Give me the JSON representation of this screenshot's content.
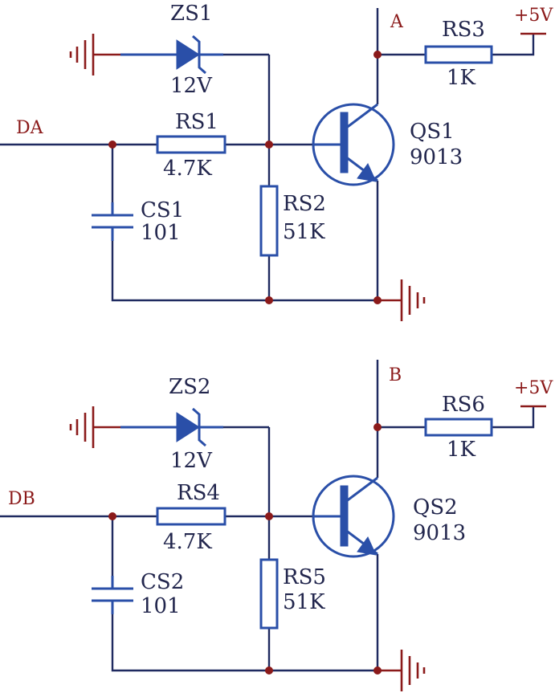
{
  "circuits": [
    {
      "input_label": "DA",
      "output_label": "A",
      "supply_label": "+5V",
      "zener": {
        "ref": "ZS1",
        "value": "12V"
      },
      "r_in": {
        "ref": "RS1",
        "value": "4.7K"
      },
      "cap": {
        "ref": "CS1",
        "value": "101"
      },
      "r_bias": {
        "ref": "RS2",
        "value": "51K"
      },
      "transistor": {
        "ref": "QS1",
        "value": "9013"
      },
      "r_pullup": {
        "ref": "RS3",
        "value": "1K"
      }
    },
    {
      "input_label": "DB",
      "output_label": "B",
      "supply_label": "+5V",
      "zener": {
        "ref": "ZS2",
        "value": "12V"
      },
      "r_in": {
        "ref": "RS4",
        "value": "4.7K"
      },
      "cap": {
        "ref": "CS2",
        "value": "101"
      },
      "r_bias": {
        "ref": "RS5",
        "value": "51K"
      },
      "transistor": {
        "ref": "QS2",
        "value": "9013"
      },
      "r_pullup": {
        "ref": "RS6",
        "value": "1K"
      }
    }
  ],
  "colors": {
    "wire": "#1f2a60",
    "component": "#2a4fa8",
    "net": "#8b1a1a"
  }
}
